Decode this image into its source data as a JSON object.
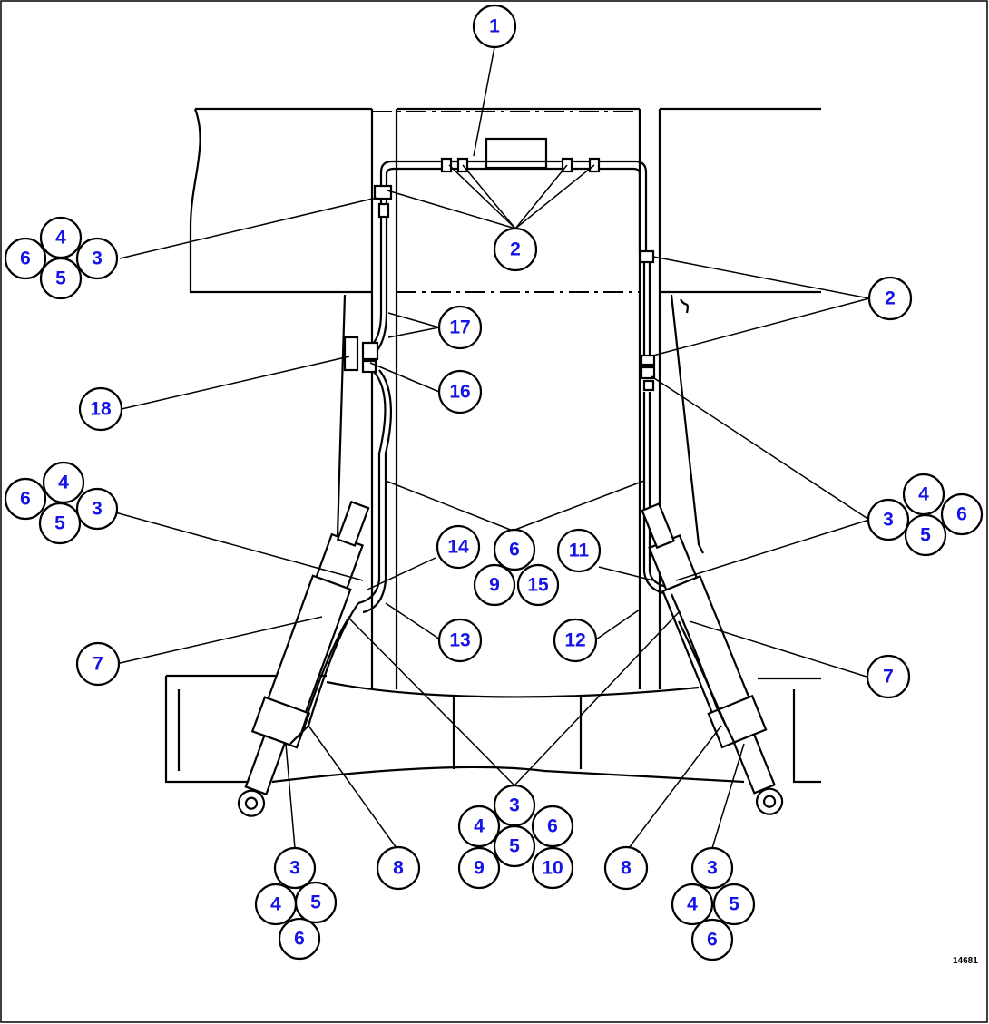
{
  "callouts": [
    {
      "id": "c1",
      "label": "1"
    },
    {
      "id": "c2a",
      "label": "2"
    },
    {
      "id": "c2b",
      "label": "2"
    },
    {
      "id": "c3a",
      "label": "3"
    },
    {
      "id": "c4a",
      "label": "4"
    },
    {
      "id": "c5a",
      "label": "5"
    },
    {
      "id": "c6a",
      "label": "6"
    },
    {
      "id": "c17",
      "label": "17"
    },
    {
      "id": "c18",
      "label": "18"
    },
    {
      "id": "c16",
      "label": "16"
    },
    {
      "id": "c4b",
      "label": "4"
    },
    {
      "id": "c6b",
      "label": "6"
    },
    {
      "id": "c3b",
      "label": "3"
    },
    {
      "id": "c5b",
      "label": "5"
    },
    {
      "id": "c4c",
      "label": "4"
    },
    {
      "id": "c3c",
      "label": "3"
    },
    {
      "id": "c6c",
      "label": "6"
    },
    {
      "id": "c5c",
      "label": "5"
    },
    {
      "id": "c14",
      "label": "14"
    },
    {
      "id": "c6d",
      "label": "6"
    },
    {
      "id": "c9a",
      "label": "9"
    },
    {
      "id": "c15",
      "label": "15"
    },
    {
      "id": "c11",
      "label": "11"
    },
    {
      "id": "c13",
      "label": "13"
    },
    {
      "id": "c12",
      "label": "12"
    },
    {
      "id": "c7a",
      "label": "7"
    },
    {
      "id": "c7b",
      "label": "7"
    },
    {
      "id": "c3d",
      "label": "3"
    },
    {
      "id": "c4d",
      "label": "4"
    },
    {
      "id": "c6e",
      "label": "6"
    },
    {
      "id": "c5d",
      "label": "5"
    },
    {
      "id": "c9b",
      "label": "9"
    },
    {
      "id": "c10",
      "label": "10"
    },
    {
      "id": "c8a",
      "label": "8"
    },
    {
      "id": "c8b",
      "label": "8"
    },
    {
      "id": "c3e",
      "label": "3"
    },
    {
      "id": "c4e",
      "label": "4"
    },
    {
      "id": "c5e",
      "label": "5"
    },
    {
      "id": "c6f",
      "label": "6"
    },
    {
      "id": "c3f",
      "label": "3"
    },
    {
      "id": "c4f",
      "label": "4"
    },
    {
      "id": "c5f",
      "label": "5"
    },
    {
      "id": "c6g",
      "label": "6"
    }
  ],
  "drawing_number": "14681"
}
